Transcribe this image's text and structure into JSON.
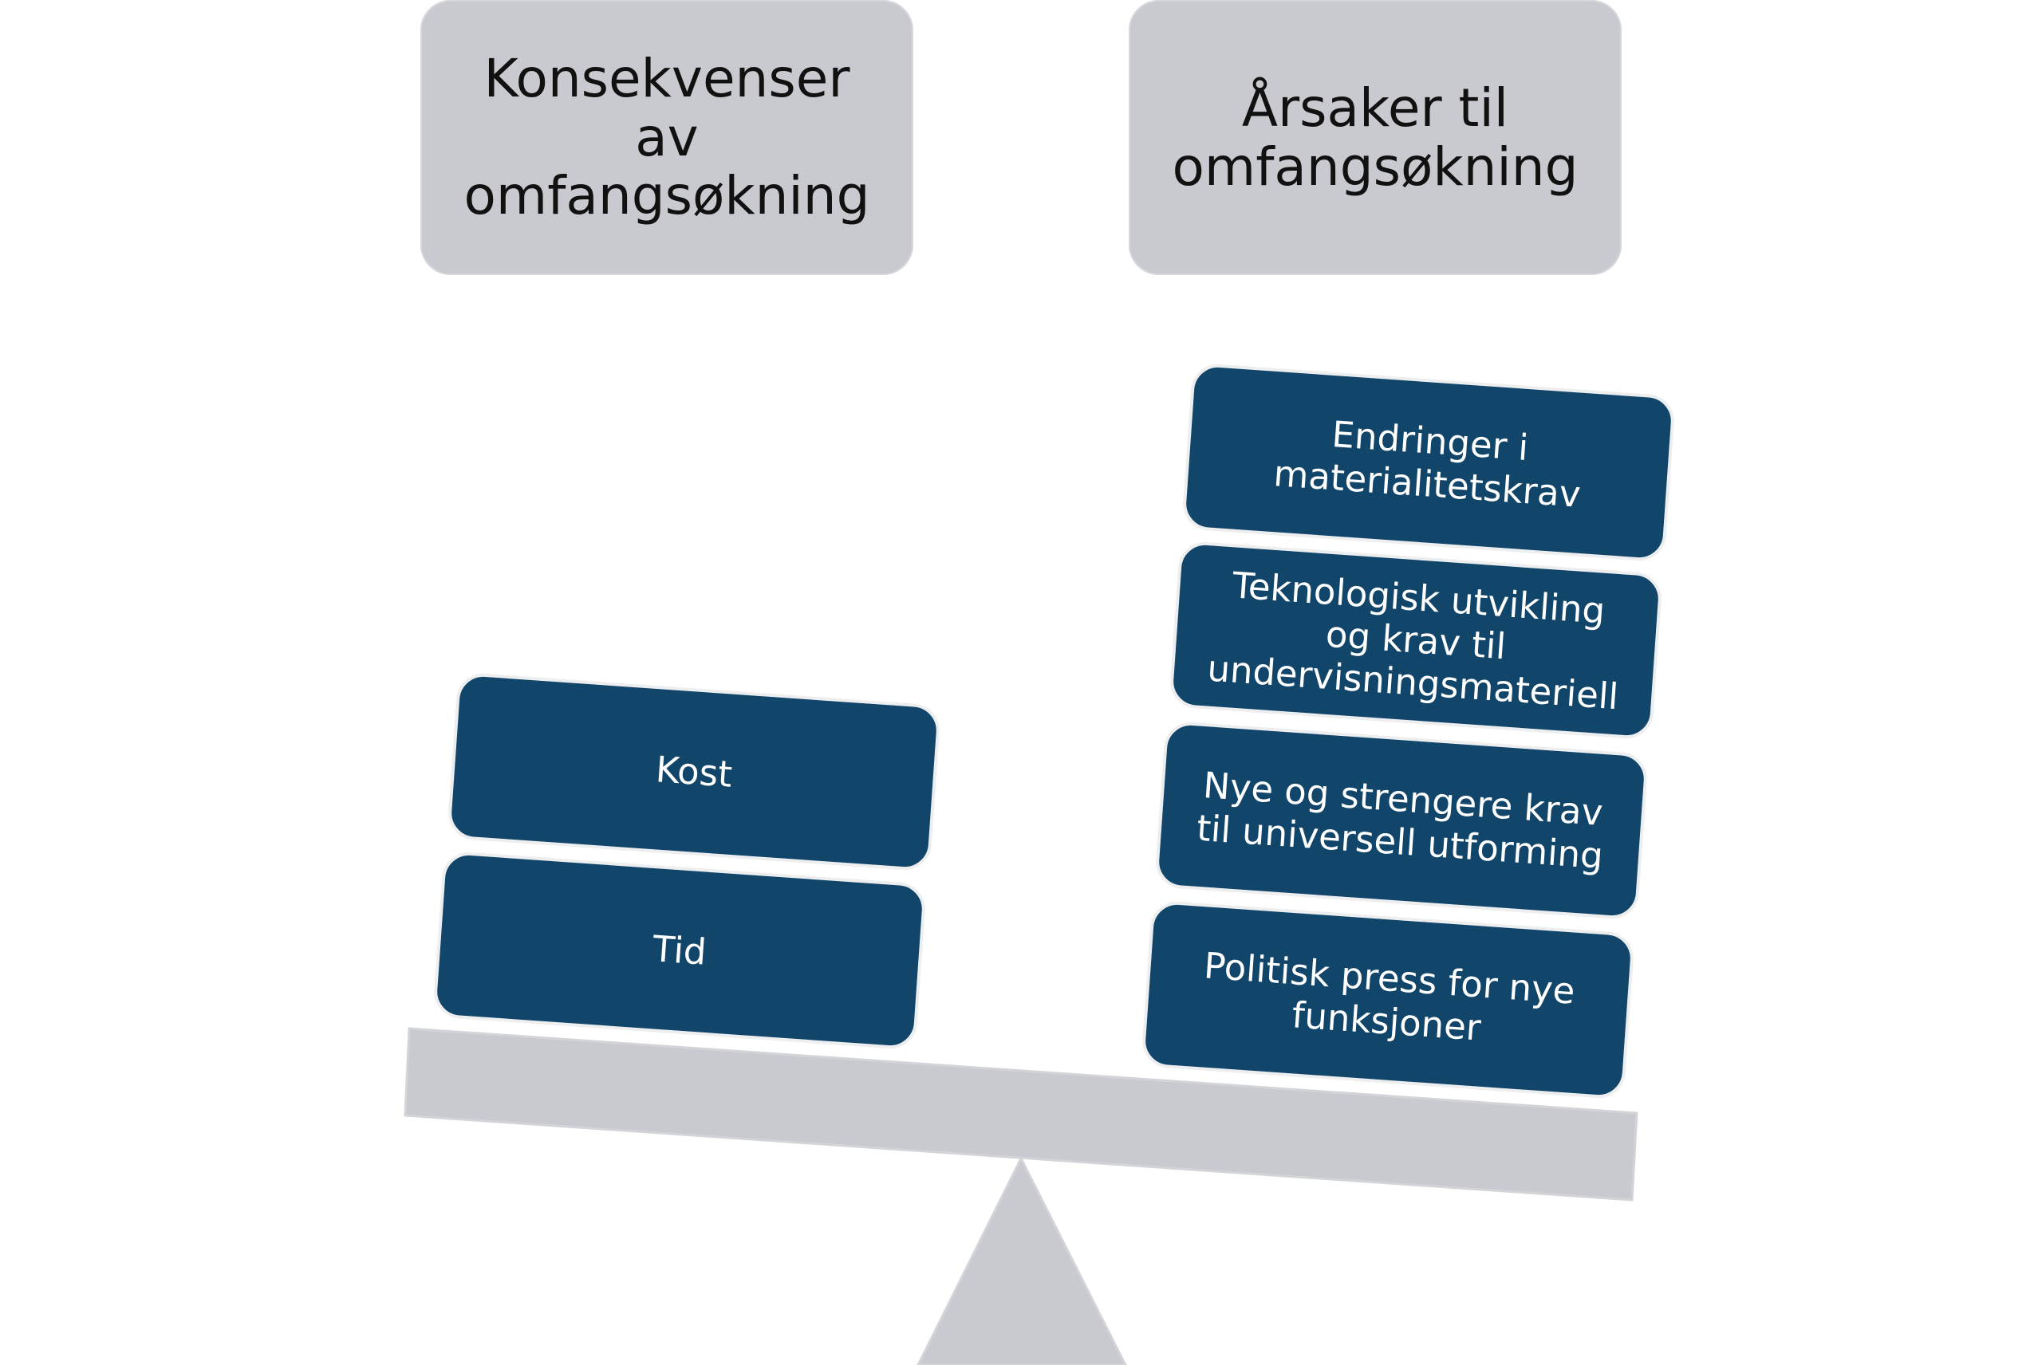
{
  "colors": {
    "header_bg": "#c9cacf",
    "block_bg": "#12456a",
    "scale_gray": "#c9cacf",
    "text_dark": "#111111",
    "text_light": "#ffffff"
  },
  "headers": {
    "left": "Konsekvenser\nav\nomfangsøkning",
    "right": "Årsaker til\nomfangsøkning"
  },
  "left_blocks": [
    {
      "label": "Kost"
    },
    {
      "label": "Tid"
    }
  ],
  "right_blocks": [
    {
      "label": "Endringer i\nmaterialitetskrav"
    },
    {
      "label": "Teknologisk utvikling\nog krav til\nundervisningsmateriell"
    },
    {
      "label": "Nye og strengere krav\ntil universell utforming"
    },
    {
      "label": "Politisk press for nye\nfunksjoner"
    }
  ]
}
